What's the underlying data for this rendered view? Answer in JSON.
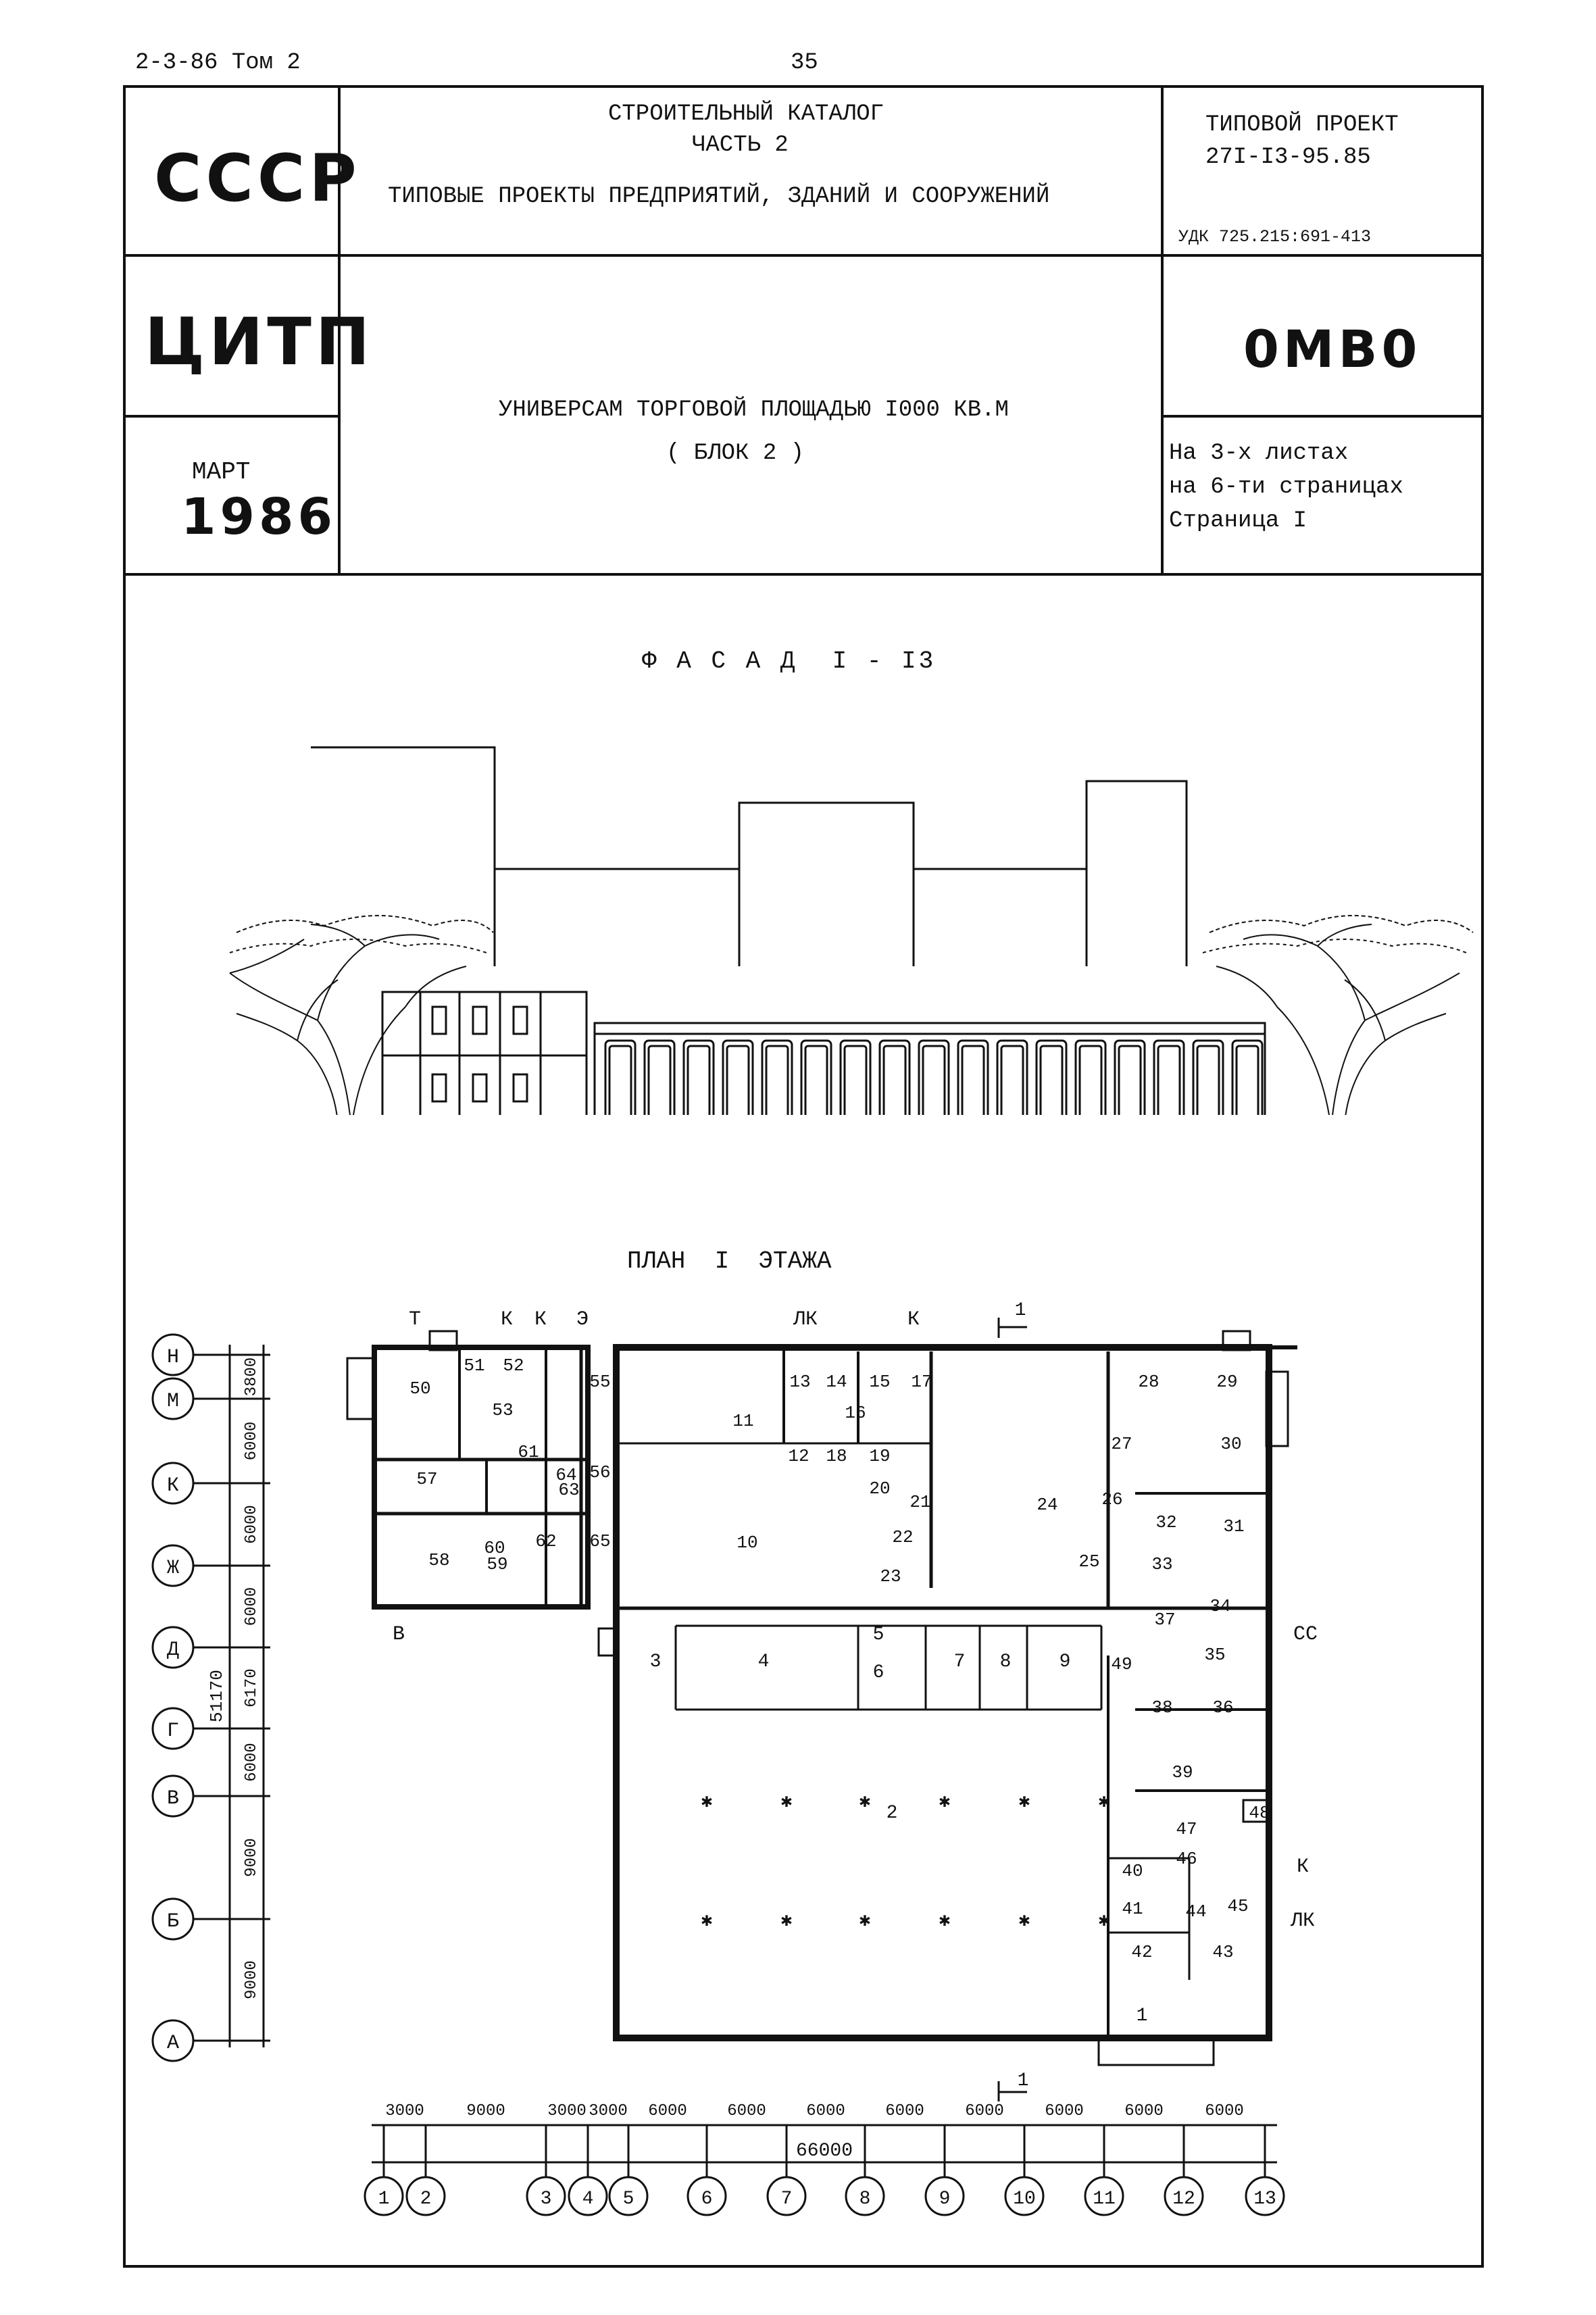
{
  "header": {
    "series": "2-3-86 Том 2",
    "page_number": "35"
  },
  "stamp": {
    "country": "СССР",
    "org": "ЦИТП",
    "month": "МАРТ",
    "year": "1986",
    "catalog_line1": "СТРОИТЕЛЬНЫЙ КАТАЛОГ",
    "catalog_line2": "ЧАСТЬ 2",
    "catalog_line3": "ТИПОВЫЕ ПРОЕКТЫ ПРЕДПРИЯТИЙ, ЗДАНИЙ И СООРУЖЕНИЙ",
    "project_label": "ТИПОВОЙ ПРОЕКТ",
    "project_number": "27I-I3-95.85",
    "udk": "УДК 725.215:691-413",
    "code": "0МВ0",
    "title_line1": "УНИВЕРСАМ ТОРГОВОЙ ПЛОЩАДЬЮ I000 КВ.М",
    "title_line2": "( БЛОК 2 )",
    "sheets_line1": "На 3-х листах",
    "sheets_line2": "на 6-ти страницах",
    "sheets_line3": "Страница I"
  },
  "facade": {
    "title": "Ф А С А Д  I - I3"
  },
  "plan": {
    "title": "ПЛАН  I  ЭТАЖА",
    "row_axes": [
      "Н",
      "М",
      "К",
      "Ж",
      "Д",
      "Г",
      "В",
      "Б",
      "А"
    ],
    "row_dims": [
      "3800",
      "6000",
      "6000",
      "6000",
      "6170",
      "6000",
      "9000",
      "9000"
    ],
    "row_total": "51170",
    "col_axes": [
      "1",
      "2",
      "3",
      "4",
      "5",
      "6",
      "7",
      "8",
      "9",
      "10",
      "11",
      "12",
      "13"
    ],
    "col_dims": [
      "3000",
      "9000",
      "3000",
      "3000",
      "6000",
      "6000",
      "6000",
      "6000",
      "6000",
      "6000",
      "6000",
      "6000"
    ],
    "col_total": "66000",
    "entrance_marks": [
      "Т",
      "К",
      "К",
      "Э",
      "ЛК",
      "К",
      "В",
      "К",
      "ЛК",
      "СС"
    ],
    "section_marks": [
      "1",
      "1"
    ],
    "rooms": [
      "1",
      "2",
      "3",
      "4",
      "5",
      "6",
      "7",
      "8",
      "9",
      "10",
      "11",
      "12",
      "13",
      "14",
      "15",
      "16",
      "17",
      "18",
      "19",
      "20",
      "21",
      "22",
      "23",
      "24",
      "25",
      "26",
      "27",
      "28",
      "29",
      "30",
      "31",
      "32",
      "33",
      "34",
      "35",
      "36",
      "37",
      "38",
      "39",
      "40",
      "41",
      "42",
      "43",
      "44",
      "45",
      "46",
      "47",
      "48",
      "49",
      "50",
      "51",
      "52",
      "53",
      "55",
      "56",
      "57",
      "58",
      "59",
      "60",
      "61",
      "62",
      "63",
      "64",
      "65"
    ]
  }
}
